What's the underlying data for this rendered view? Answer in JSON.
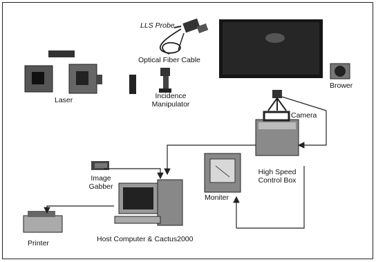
{
  "labels": {
    "lls_probe": "LLS Probe",
    "optical_fiber_cable": "Optical Fiber Cable",
    "laser": "Laser",
    "incidence_line1": "Incidence",
    "incidence_line2": "Manipulator",
    "brower": "Brower",
    "camera": "Camera",
    "high_speed_line1": "High Speed",
    "high_speed_line2": "Control Box",
    "image_line1": "Image",
    "image_line2": "Gabber",
    "moniter": "Moniter",
    "printer": "Printer",
    "host_computer": "Host Computer & Cactus2000"
  },
  "colors": {
    "line": "#222222",
    "screen_dark": "#151515",
    "device_gray": "#8a8a8a"
  }
}
